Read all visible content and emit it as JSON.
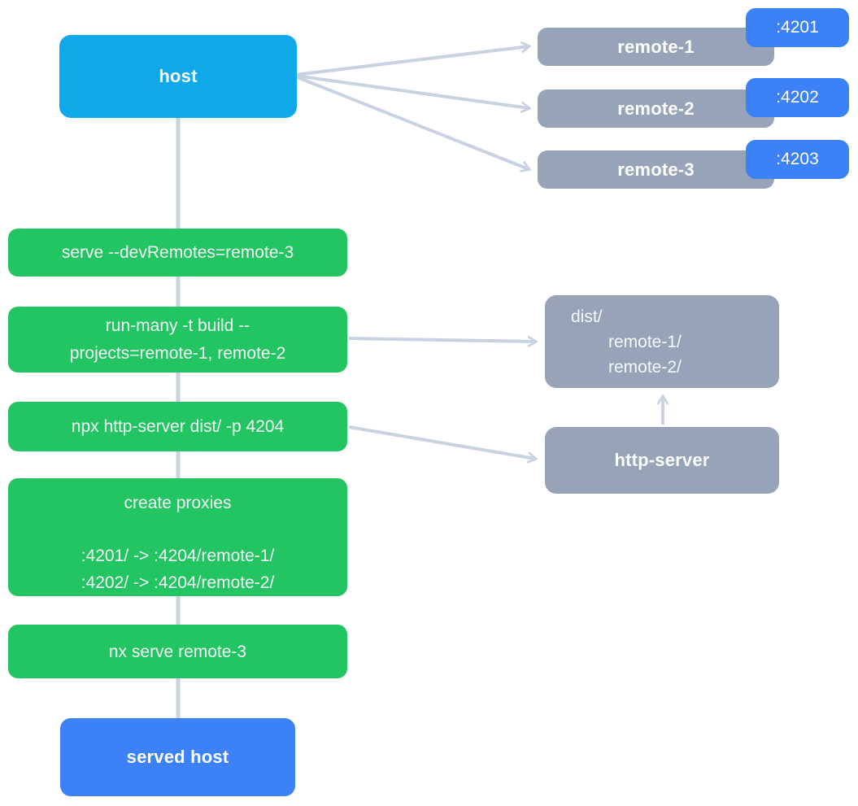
{
  "colors": {
    "host_cyan": "#11a8e9",
    "accent_blue": "#3c82f6",
    "command_green": "#23c562",
    "node_gray": "#96a3b8",
    "connector_gray": "#c9d2e0",
    "text_white": "#ffffff"
  },
  "nodes": {
    "host": {
      "label": "host"
    },
    "served_host": {
      "label": "served host"
    },
    "http_server": {
      "label": "http-server"
    },
    "dist": {
      "lines": [
        "dist/",
        "remote-1/",
        "remote-2/"
      ]
    },
    "remotes": [
      {
        "label": "remote-1",
        "port": ":4201"
      },
      {
        "label": "remote-2",
        "port": ":4202"
      },
      {
        "label": "remote-3",
        "port": ":4203"
      }
    ],
    "commands": [
      {
        "lines": [
          "serve --devRemotes=remote-3"
        ]
      },
      {
        "lines": [
          "run-many -t build --",
          "projects=remote-1, remote-2"
        ]
      },
      {
        "lines": [
          "npx http-server dist/ -p 4204"
        ]
      },
      {
        "lines": [
          "create proxies",
          "",
          ":4201/ -> :4204/remote-1/",
          ":4202/ -> :4204/remote-2/"
        ]
      },
      {
        "lines": [
          "nx serve remote-3"
        ]
      }
    ]
  }
}
